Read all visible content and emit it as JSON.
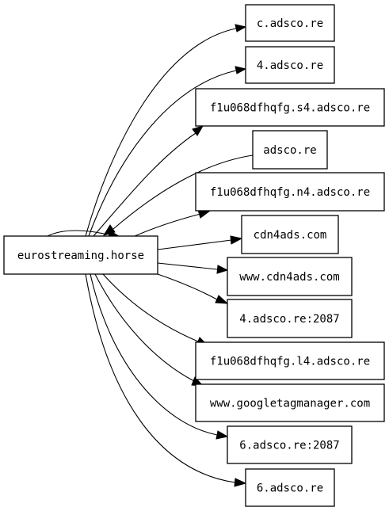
{
  "graph": {
    "source": {
      "id": "src",
      "label": "eurostreaming.horse"
    },
    "targets": [
      {
        "id": "t1",
        "label": "c.adsco.re"
      },
      {
        "id": "t2",
        "label": "4.adsco.re"
      },
      {
        "id": "t3",
        "label": "f1u068dfhqfg.s4.adsco.re"
      },
      {
        "id": "t4",
        "label": "adsco.re"
      },
      {
        "id": "t5",
        "label": "f1u068dfhqfg.n4.adsco.re"
      },
      {
        "id": "t6",
        "label": "cdn4ads.com"
      },
      {
        "id": "t7",
        "label": "www.cdn4ads.com"
      },
      {
        "id": "t8",
        "label": "4.adsco.re:2087"
      },
      {
        "id": "t9",
        "label": "f1u068dfhqfg.l4.adsco.re"
      },
      {
        "id": "t10",
        "label": "www.googletagmanager.com"
      },
      {
        "id": "t11",
        "label": "6.adsco.re:2087"
      },
      {
        "id": "t12",
        "label": "6.adsco.re"
      }
    ],
    "edges": [
      {
        "from": "src",
        "to": "t1"
      },
      {
        "from": "src",
        "to": "t2"
      },
      {
        "from": "src",
        "to": "t3"
      },
      {
        "from": "t4",
        "to": "src"
      },
      {
        "from": "src",
        "to": "t5"
      },
      {
        "from": "src",
        "to": "t6"
      },
      {
        "from": "src",
        "to": "t7"
      },
      {
        "from": "src",
        "to": "t8"
      },
      {
        "from": "src",
        "to": "t9"
      },
      {
        "from": "src",
        "to": "t10"
      },
      {
        "from": "src",
        "to": "t11"
      },
      {
        "from": "src",
        "to": "t12"
      },
      {
        "from": "src",
        "to": "src"
      }
    ]
  }
}
